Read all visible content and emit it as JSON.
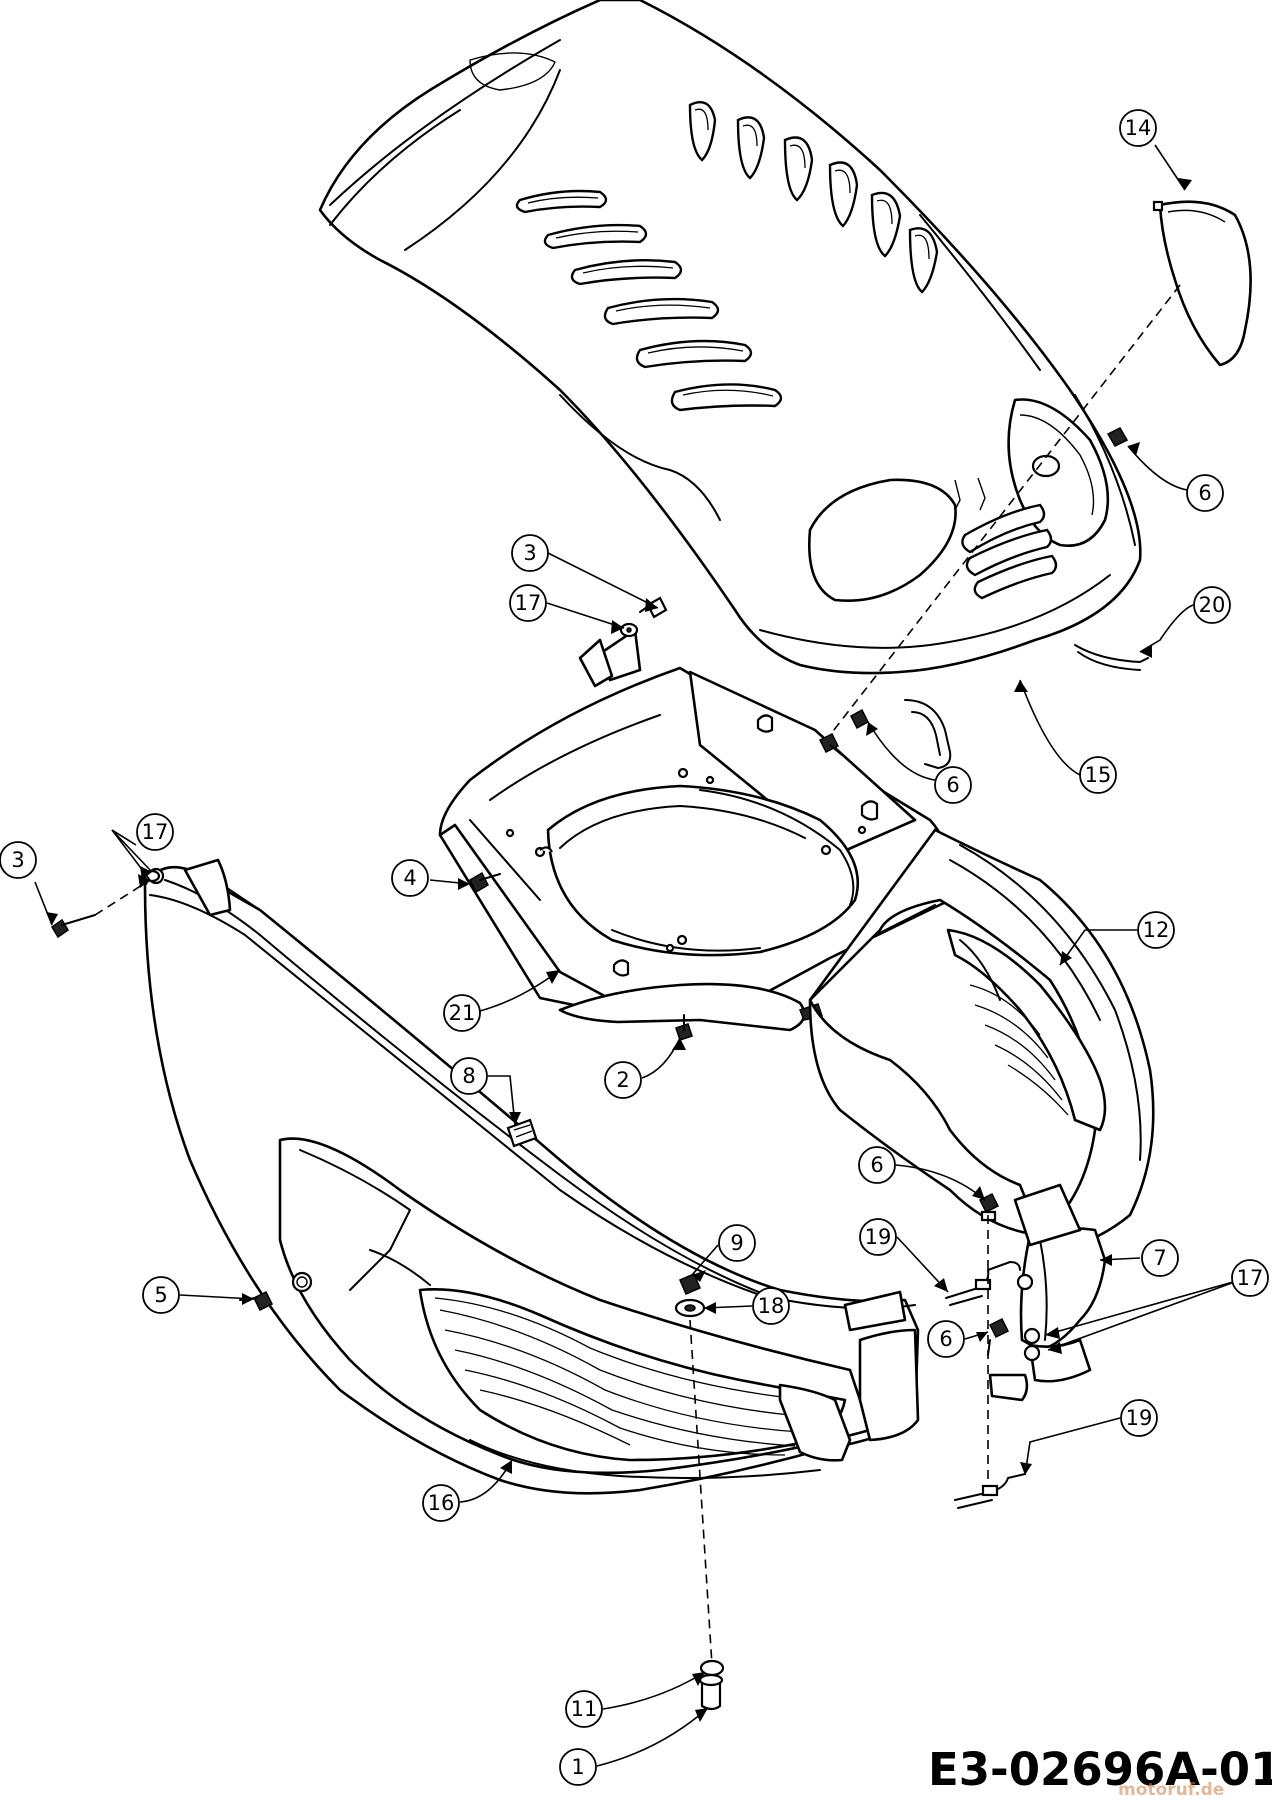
{
  "diagram": {
    "drawing_code": "E3-02696A-01",
    "watermark": "motoruf.de",
    "callouts": [
      {
        "id": "c14",
        "label": "14"
      },
      {
        "id": "c6a",
        "label": "6"
      },
      {
        "id": "c3a",
        "label": "3"
      },
      {
        "id": "c17a",
        "label": "17"
      },
      {
        "id": "c20",
        "label": "20"
      },
      {
        "id": "c6b",
        "label": "6"
      },
      {
        "id": "c15",
        "label": "15"
      },
      {
        "id": "c17b",
        "label": "17"
      },
      {
        "id": "c3b",
        "label": "3"
      },
      {
        "id": "c12",
        "label": "12"
      },
      {
        "id": "c4",
        "label": "4"
      },
      {
        "id": "c21",
        "label": "21"
      },
      {
        "id": "c2",
        "label": "2"
      },
      {
        "id": "c8",
        "label": "8"
      },
      {
        "id": "c6c",
        "label": "6"
      },
      {
        "id": "c19a",
        "label": "19"
      },
      {
        "id": "c9",
        "label": "9"
      },
      {
        "id": "c7",
        "label": "7"
      },
      {
        "id": "c5",
        "label": "5"
      },
      {
        "id": "c18",
        "label": "18"
      },
      {
        "id": "c17c",
        "label": "17"
      },
      {
        "id": "c6d",
        "label": "6"
      },
      {
        "id": "c19b",
        "label": "19"
      },
      {
        "id": "c16",
        "label": "16"
      },
      {
        "id": "c11",
        "label": "11"
      },
      {
        "id": "c1",
        "label": "1"
      }
    ]
  }
}
